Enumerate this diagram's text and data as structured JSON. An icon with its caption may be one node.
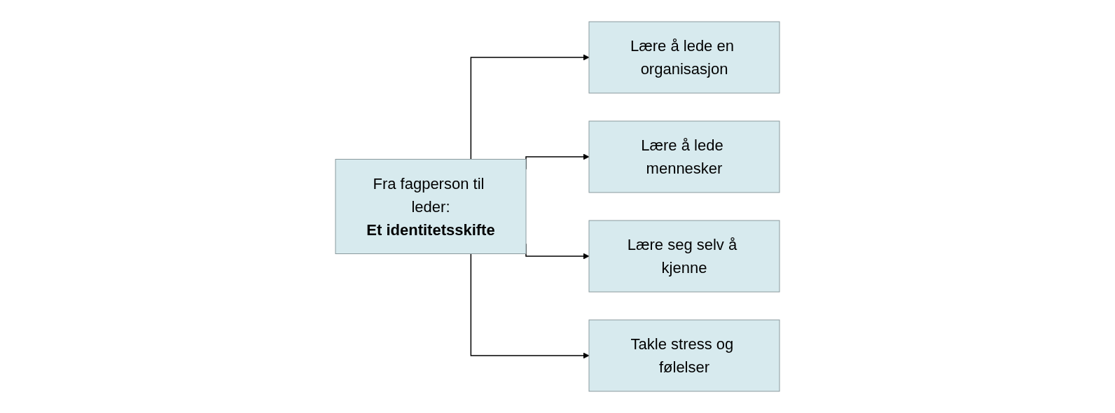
{
  "diagram": {
    "nodes": [
      {
        "text": [
          "Fra fagperson til leder:",
          "Et identitetsskifte"
        ]
      },
      {
        "text": [
          "Lære å lede en organisasjon"
        ]
      },
      {
        "text": [
          "Lære å lede mennesker"
        ]
      },
      {
        "text": [
          "Lære seg selv å kjenne"
        ]
      },
      {
        "text": [
          "Takle stress og følelser"
        ]
      }
    ],
    "edges": [
      {
        "from": 0,
        "to": 1,
        "arrow": "to"
      },
      {
        "from": 0,
        "to": 2,
        "arrow": "to"
      },
      {
        "from": 0,
        "to": 3,
        "arrow": "to"
      },
      {
        "from": 0,
        "to": 4,
        "arrow": "to"
      }
    ]
  }
}
